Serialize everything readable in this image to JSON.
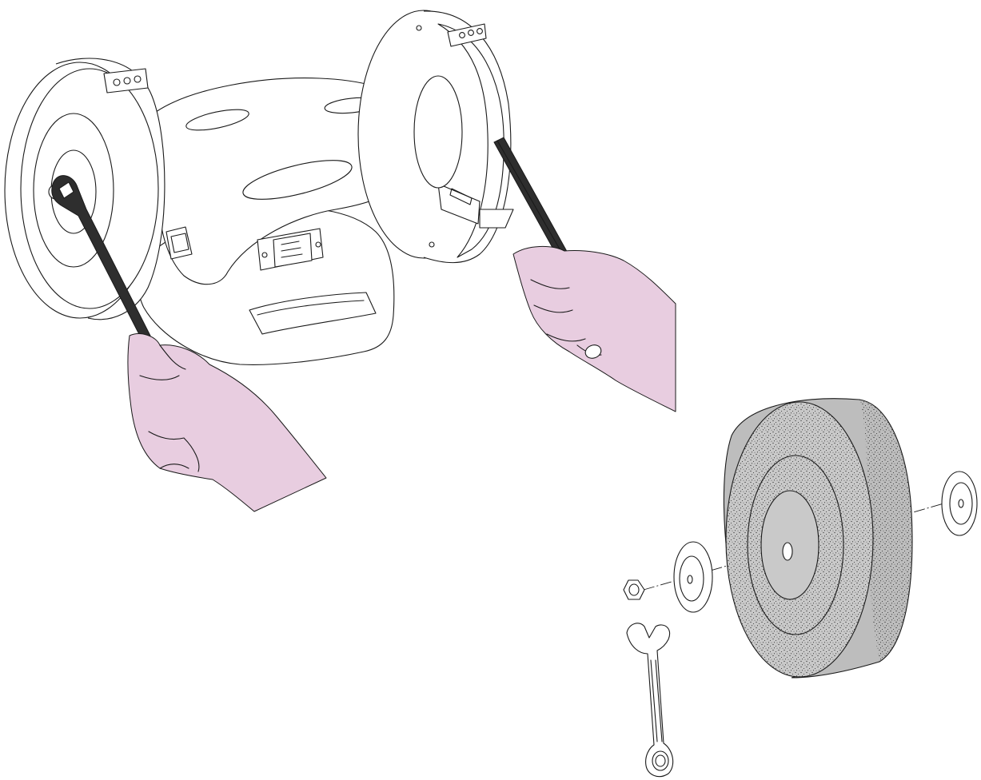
{
  "colors": {
    "skin": "#e8cde0",
    "tool_dark": "#2e2e2e",
    "wheel_face": "#c9c9c9",
    "wheel_rim": "#bdbdbd",
    "line": "#1a1a1a"
  },
  "parts": {
    "assembled_view": [
      "bench-grinder",
      "left-grinding-wheel",
      "right-wheel-guard",
      "left-wrench",
      "right-wrench",
      "left-hand",
      "right-hand",
      "power-switch",
      "tool-rest"
    ],
    "exploded_view": [
      "hex-nut",
      "outer-flange",
      "grinding-wheel",
      "inner-flange",
      "combination-wrench"
    ]
  }
}
